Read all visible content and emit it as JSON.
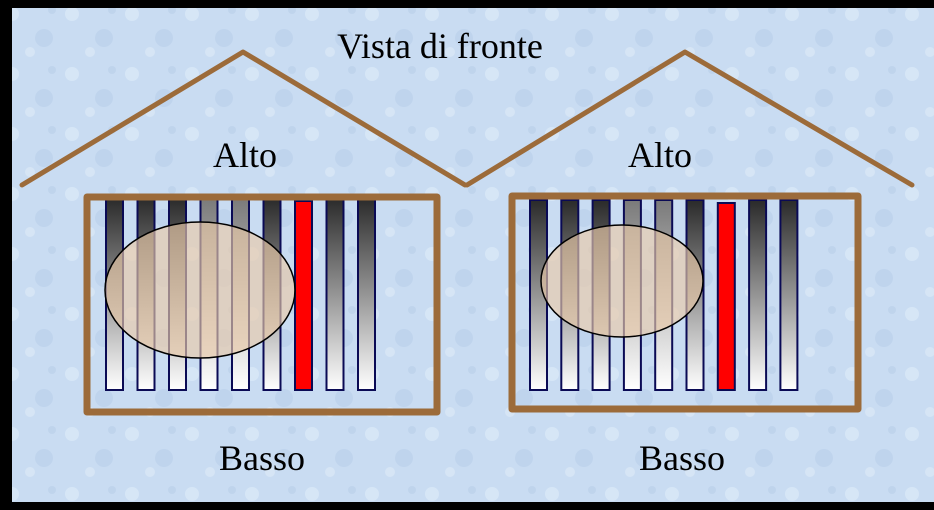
{
  "title": "Vista di fronte",
  "colors": {
    "background": "#c9dcf2",
    "border": "#000000",
    "house_outline": "#9c6b3a",
    "ellipse_fill": "#e9c9a8",
    "ellipse_stroke": "#000000",
    "bar_top": "#2a2a2a",
    "bar_bottom": "#ffffff",
    "bar_outline": "#0a0a55",
    "highlight_bar": "#ff0000"
  },
  "houses": [
    {
      "roof_label": "Alto",
      "base_label": "Basso",
      "bar_count": 9,
      "highlight_index": 6
    },
    {
      "roof_label": "Alto",
      "base_label": "Basso",
      "bar_count": 9,
      "highlight_index": 6
    }
  ]
}
